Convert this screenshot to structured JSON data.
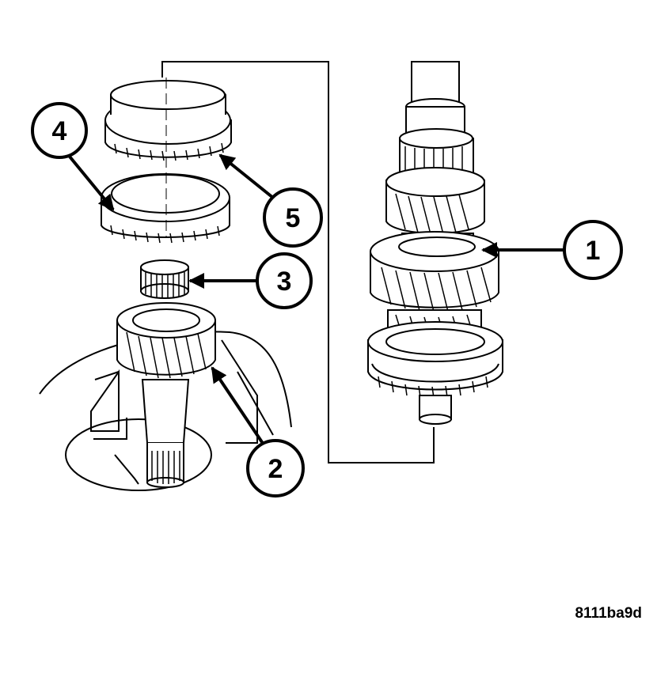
{
  "diagram": {
    "callouts": [
      {
        "id": "1",
        "label": "1"
      },
      {
        "id": "2",
        "label": "2"
      },
      {
        "id": "3",
        "label": "3"
      },
      {
        "id": "4",
        "label": "4"
      },
      {
        "id": "5",
        "label": "5"
      }
    ],
    "figure_code": "8111ba9d"
  }
}
